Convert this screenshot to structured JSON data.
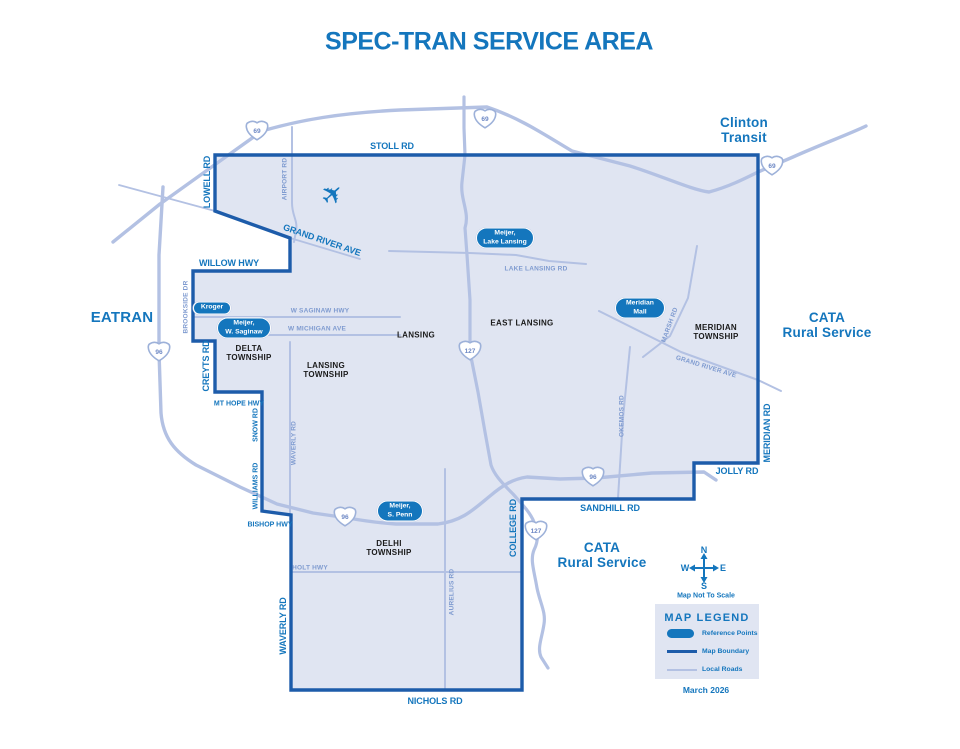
{
  "title": "SPEC-TRAN SERVICE AREA",
  "colors": {
    "accent": "#1476bd",
    "boundary": "#1d5caa",
    "area_fill": "#e0e5f2",
    "local_road": "#b3c1e3",
    "light_label": "#7f9bd0"
  },
  "agencies": {
    "clinton": {
      "l1": "Clinton",
      "l2": "Transit"
    },
    "eatran": "EATRAN",
    "cata_east": {
      "l1": "CATA",
      "l2": "Rural Service"
    },
    "cata_south": {
      "l1": "CATA",
      "l2": "Rural Service"
    }
  },
  "roads": {
    "stoll": "STOLL RD",
    "lowell": "LOWELL RD",
    "grand_river_nw": "GRAND RIVER AVE",
    "willow": "WILLOW HWY",
    "creyts": "CREYTS RD",
    "mt_hope": "MT HOPE HWY",
    "snow": "SNOW RD",
    "williams": "WILLIAMS RD",
    "bishop": "BISHOP HWY",
    "waverly_s": "WAVERLY RD",
    "nichols": "NICHOLS RD",
    "college": "COLLEGE RD",
    "sandhill": "SANDHILL RD",
    "jolly": "JOLLY RD",
    "meridian": "MERIDIAN RD",
    "airport": "AIRPORT RD",
    "brookside": "BROOKSIDE DR",
    "w_saginaw": "W SAGINAW HWY",
    "w_michigan": "W MICHIGAN AVE",
    "lake_lansing": "LAKE LANSING RD",
    "marsh": "MARSH RD",
    "okemos": "OKEMOS RD",
    "grand_river_se": "GRAND RIVER AVE",
    "aurelius": "AURELIUS RD",
    "waverly_n": "WAVERLY RD",
    "holt": "HOLT HWY"
  },
  "areas": {
    "lansing": "LANSING",
    "east_lansing": "EAST LANSING",
    "delta": {
      "l1": "DELTA",
      "l2": "TOWNSHIP"
    },
    "lansing_twp": {
      "l1": "LANSING",
      "l2": "TOWNSHIP"
    },
    "meridian_twp": {
      "l1": "MERIDIAN",
      "l2": "TOWNSHIP"
    },
    "delhi_twp": {
      "l1": "DELHI",
      "l2": "TOWNSHIP"
    }
  },
  "pois": {
    "kroger": "Kroger",
    "meijer_lake": {
      "l1": "Meijer,",
      "l2": "Lake Lansing"
    },
    "meijer_saginaw": {
      "l1": "Meijer,",
      "l2": "W. Saginaw"
    },
    "meijer_penn": {
      "l1": "Meijer,",
      "l2": "S. Penn"
    },
    "meridian_mall": {
      "l1": "Meridian",
      "l2": "Mall"
    }
  },
  "shields": {
    "i69": "69",
    "i96": "96",
    "us127": "127"
  },
  "icons": {
    "airplane": "✈"
  },
  "compass": {
    "n": "N",
    "s": "S",
    "e": "E",
    "w": "W",
    "note": "Map Not To Scale"
  },
  "legend": {
    "title": "MAP LEGEND",
    "reference_points": "Reference Points",
    "map_boundary": "Map Boundary",
    "local_roads": "Local Roads",
    "date": "March 2026"
  }
}
